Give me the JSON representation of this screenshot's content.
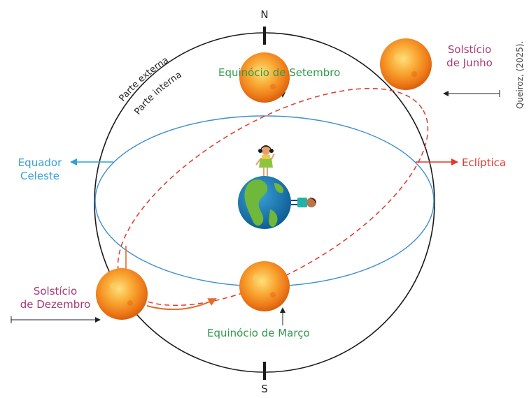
{
  "compass": {
    "north": "N",
    "south": "S"
  },
  "sphere_labels": {
    "outer": "Parte externa",
    "inner": "Parte interna"
  },
  "equinox_september": "Equinócio de Setembro",
  "equinox_march": "Equinócio de Março",
  "solstice_june": {
    "line1": "Solstício",
    "line2": "de Junho"
  },
  "solstice_december": {
    "line1": "Solstício",
    "line2": "de Dezembro"
  },
  "celestial_equator": {
    "line1": "Equador",
    "line2": "Celeste"
  },
  "ecliptic": "Eclíptica",
  "credit": "Queiroz, (2025).",
  "colors": {
    "equinox_text": "#2e9a48",
    "solstice_text": "#a53a73",
    "equator": "#2f9fd8",
    "ecliptic": "#e4362b",
    "motion_arrow": "#e86a2a",
    "sphere_outline": "#1a1a1a"
  },
  "icons": [
    "sun-icon",
    "earth-globe-icon",
    "girl-figure-icon",
    "boy-figure-icon"
  ]
}
